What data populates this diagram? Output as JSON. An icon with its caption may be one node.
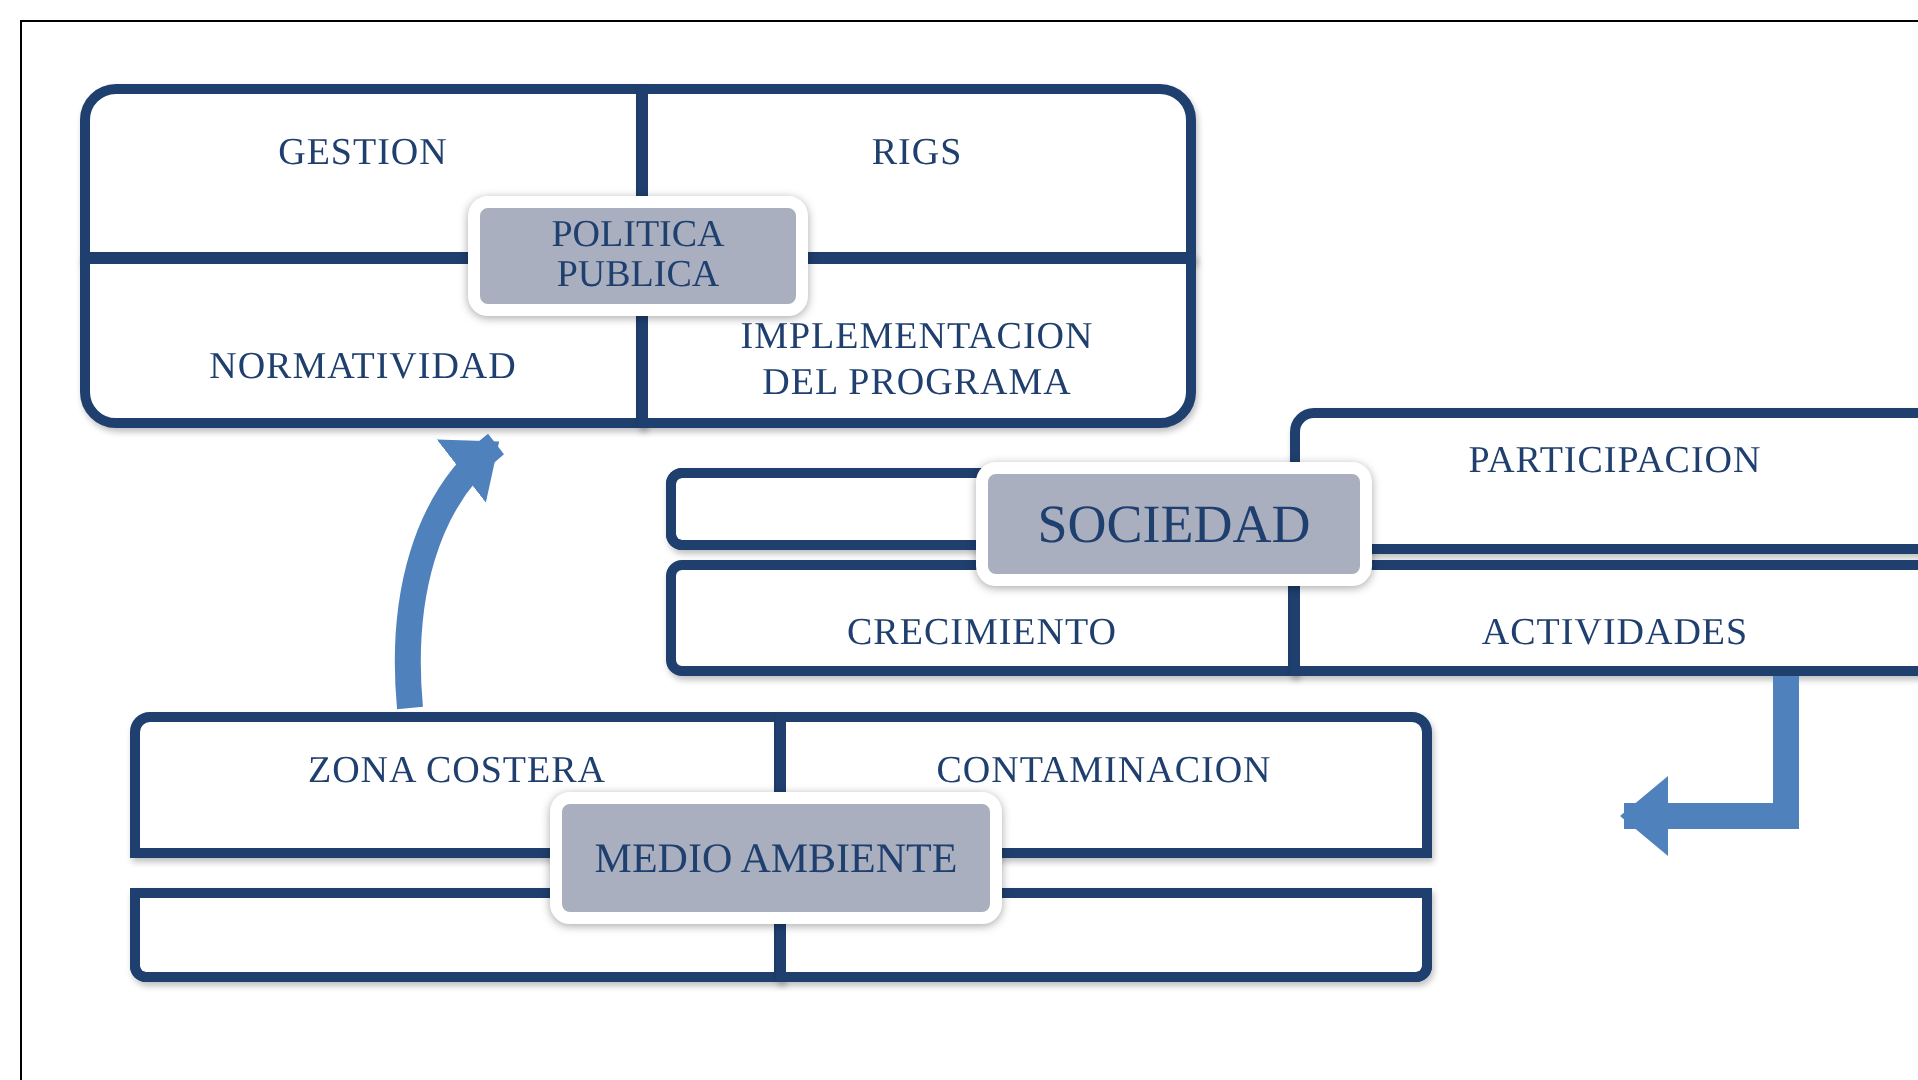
{
  "diagram": {
    "nodes": [
      {
        "text": [
          "GESTION"
        ]
      },
      {
        "text": [
          "RIGS"
        ]
      },
      {
        "text": [
          "POLITICA PUBLICA"
        ]
      },
      {
        "text": [
          "NORMATIVIDAD"
        ]
      },
      {
        "text": [
          "IMPLEMENTACION DEL PROGRAMA"
        ]
      },
      {
        "text": [
          "PARTICIPACION"
        ]
      },
      {
        "text": [],
        "shape": "box"
      },
      {
        "text": [
          "SOCIEDAD"
        ]
      },
      {
        "text": [
          "CRECIMIENTO"
        ]
      },
      {
        "text": [
          "ACTIVIDADES"
        ]
      },
      {
        "text": [
          "ZONA COSTERA"
        ]
      },
      {
        "text": [
          "CONTAMINACION"
        ]
      },
      {
        "text": [
          "MEDIO AMBIENTE"
        ]
      },
      {
        "text": [],
        "shape": "box"
      },
      {
        "text": [],
        "shape": "box"
      }
    ],
    "edges": [
      {
        "from": 10,
        "to": 3,
        "arrow": "to"
      },
      {
        "from": 9,
        "to": null,
        "arrow": "to"
      }
    ]
  }
}
